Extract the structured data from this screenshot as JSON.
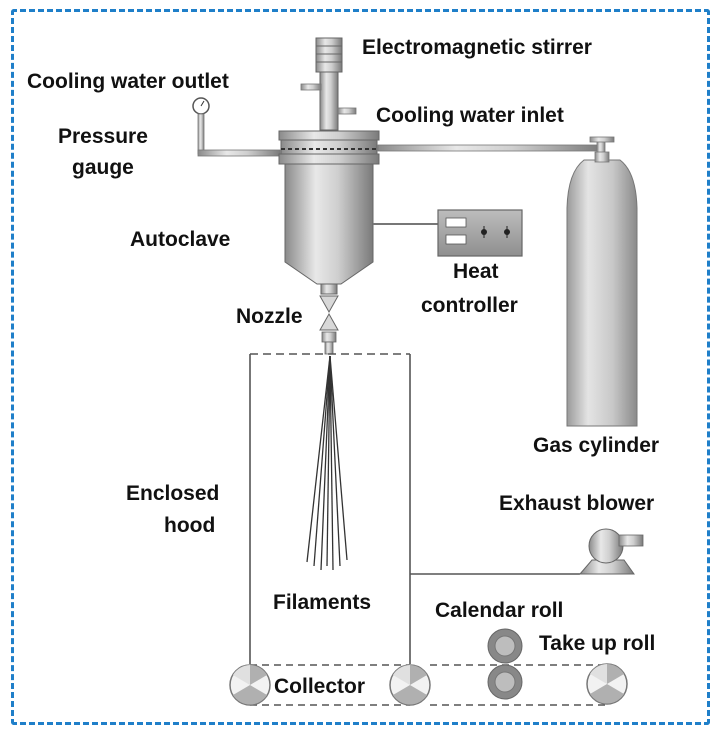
{
  "labels": {
    "electromagnetic_stirrer": "Electromagnetic stirrer",
    "cooling_water_outlet": "Cooling water outlet",
    "cooling_water_inlet": "Cooling water inlet",
    "pressure_gauge_line1": "Pressure",
    "pressure_gauge_line2": "gauge",
    "autoclave": "Autoclave",
    "heat_controller_line1": "Heat",
    "heat_controller_line2": "controller",
    "nozzle": "Nozzle",
    "gas_cylinder": "Gas cylinder",
    "enclosed_hood_line1": "Enclosed",
    "enclosed_hood_line2": "hood",
    "exhaust_blower": "Exhaust blower",
    "filaments": "Filaments",
    "calendar_roll": "Calendar roll",
    "take_up_roll": "Take up roll",
    "collector": "Collector"
  },
  "colors": {
    "frame_border": "#1f7fc9",
    "metal_dark": "#7d7d7d",
    "metal_light": "#e6e6e6",
    "line": "#777777",
    "text": "#111111"
  }
}
